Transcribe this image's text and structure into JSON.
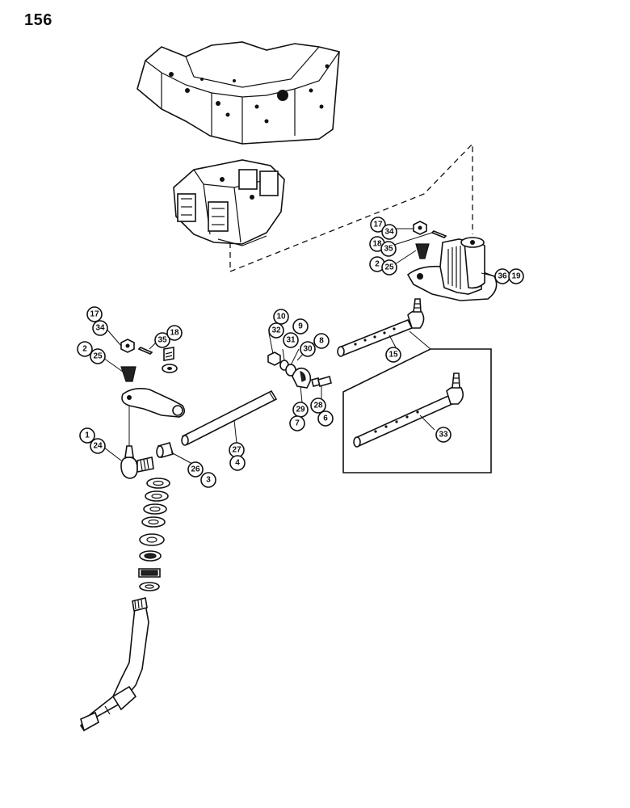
{
  "page": {
    "number": "156"
  },
  "callouts": {
    "c17a": "17",
    "c34a": "34",
    "c18a": "18",
    "c35a": "35",
    "c2a": "2",
    "c25a": "25",
    "c36": "36",
    "c19": "19",
    "c17b": "17",
    "c34b": "34",
    "c2b": "2",
    "c25b": "25",
    "c35b": "35",
    "c18b": "18",
    "c10": "10",
    "c32": "32",
    "c9": "9",
    "c31": "31",
    "c8": "8",
    "c30": "30",
    "c29": "29",
    "c7": "7",
    "c28": "28",
    "c6": "6",
    "c15": "15",
    "c33": "33",
    "c1": "1",
    "c24": "24",
    "c27": "27",
    "c4": "4",
    "c26": "26",
    "c3": "3"
  },
  "colors": {
    "ink": "#111111",
    "paper": "#ffffff"
  }
}
